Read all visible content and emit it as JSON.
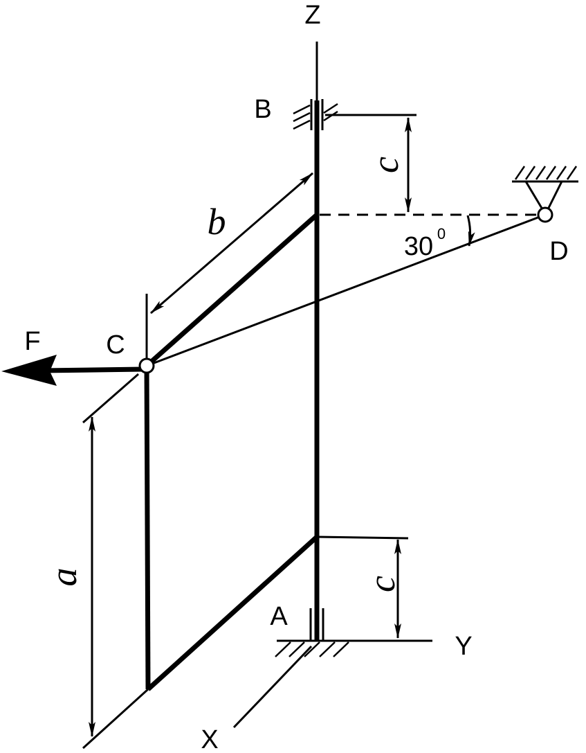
{
  "labels": {
    "axis_z": "Z",
    "axis_y": "Y",
    "axis_x": "X",
    "point_a": "A",
    "point_b": "B",
    "point_c": "C",
    "point_d": "D",
    "force": "F",
    "dim_a": "a",
    "dim_b": "b",
    "dim_c_top": "c",
    "dim_c_bottom": "c",
    "angle_value": "30",
    "angle_unit": "0"
  },
  "colors": {
    "ink": "#000000",
    "background": "#ffffff"
  }
}
